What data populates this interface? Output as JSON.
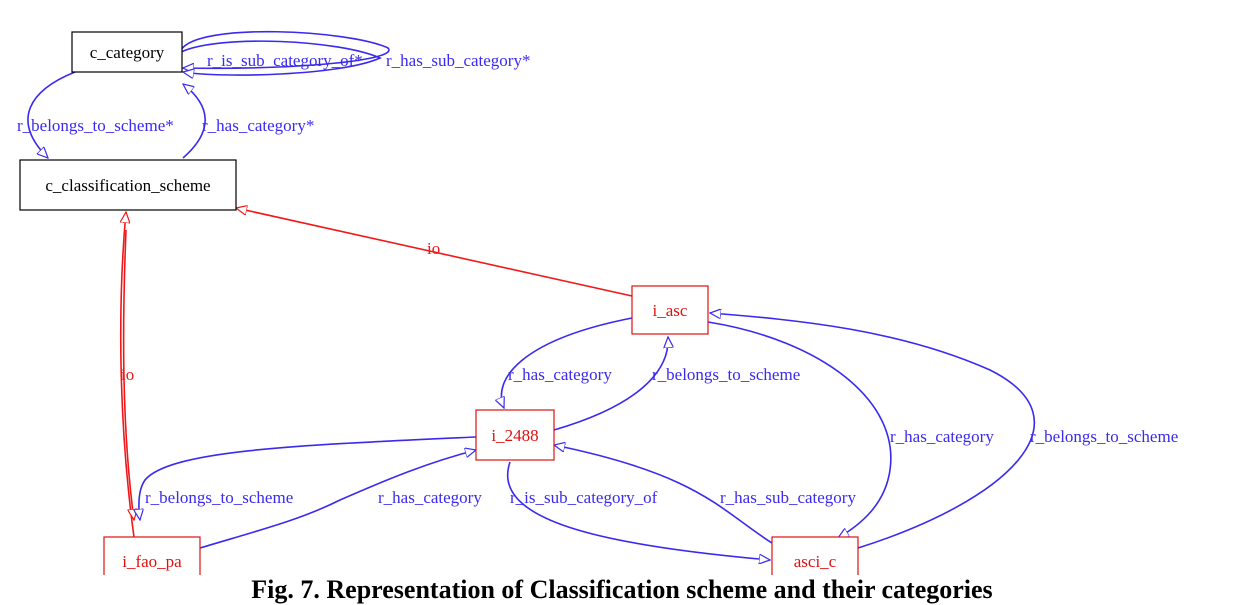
{
  "colors": {
    "class_color": "#000000",
    "instance_color": "#e01010",
    "relation_color": "#3a2af0",
    "instance_of_color": "#f01818"
  },
  "nodes": {
    "c_category": "c_category",
    "c_classification_scheme": "c_classification_scheme",
    "i_asc": "i_asc",
    "i_2488": "i_2488",
    "i_fao_pa": "i_fao_pa",
    "asci_c": "asci_c"
  },
  "edges": {
    "self_is_sub_category_of": "r_is_sub_category_of*",
    "self_has_sub_category": "r_has_sub_category*",
    "belongs_to_scheme_star": "r_belongs_to_scheme*",
    "has_category_star": "r_has_category*",
    "io_asc": "io",
    "io_fao": "io",
    "asc_has_category": "r_has_category",
    "i2488_belongs_to_scheme": "r_belongs_to_scheme",
    "asc_has_category_2": "r_has_category",
    "ascic_belongs_to_scheme": "r_belongs_to_scheme",
    "i2488_belongs_to_scheme_fao": "r_belongs_to_scheme",
    "fao_has_category": "r_has_category",
    "i2488_is_sub_category_of": "r_is_sub_category_of",
    "ascic_has_sub_category": "r_has_sub_category"
  },
  "caption": "Fig. 7. Representation of Classification scheme and their categories"
}
